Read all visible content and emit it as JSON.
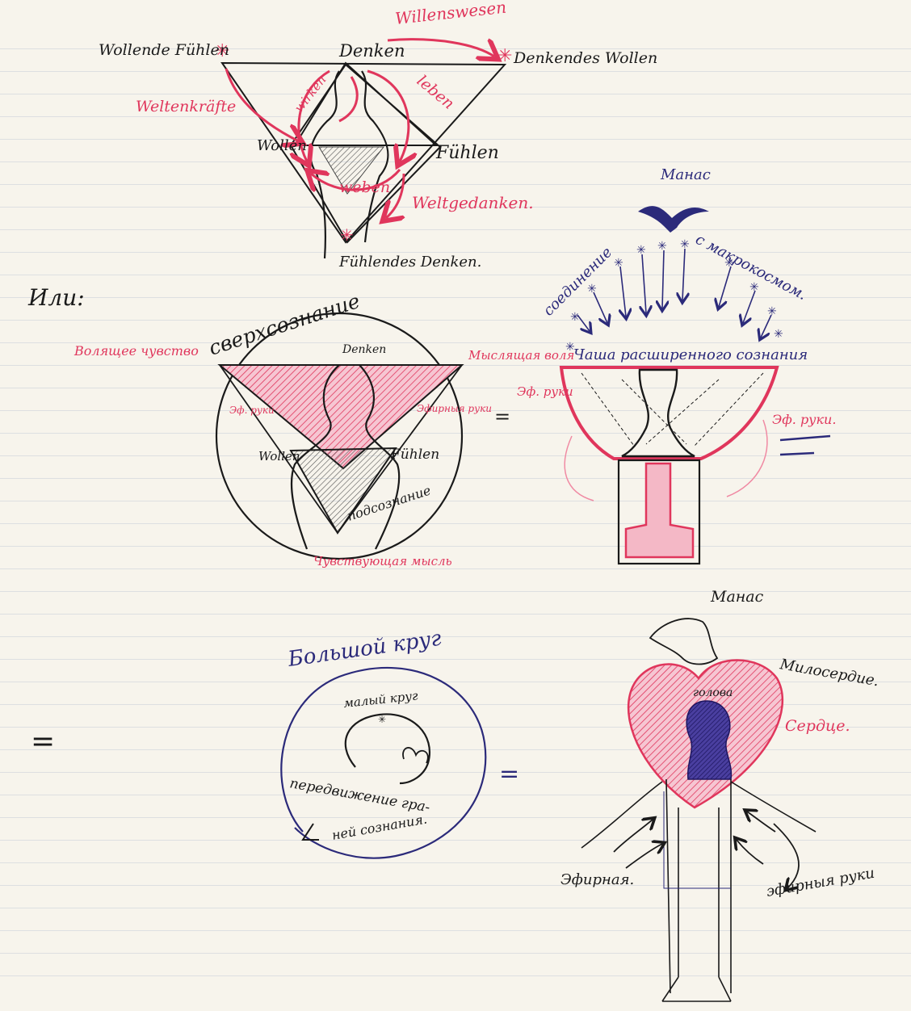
{
  "colors": {
    "ink_black": "#1a1a1a",
    "ink_red": "#e0365c",
    "ink_pink": "#f08aa3",
    "ink_blue": "#2b2a7a",
    "paper": "#f7f4ec"
  },
  "top": {
    "willenswesen": "Willenswesen",
    "wollende_fuhlen": "Wollende Fühlen",
    "denken": "Denken",
    "denkendes_wollen": "Denkendes Wollen",
    "wirken": "wirken",
    "leben": "leben",
    "weltenkrafte": "Weltenkräfte",
    "wollen": "Wollen",
    "fuhlen": "Fühlen",
    "weben": "weben",
    "weltgedanken": "Weltgedanken.",
    "fuhlendes_denken": "Fühlendes Denken."
  },
  "ili": "Или:",
  "middle_left": {
    "sverkhsoznanie": "сверхсознание",
    "volyashchee": "Волящее чувство",
    "denken": "Denken",
    "efir_left": "Эф. руки",
    "efir_right": "Эфирныя руки",
    "wollen": "Wollen",
    "fuhlen": "Fühlen",
    "podsoznanie": "подсознание",
    "chuvstvuyushchaya": "Чувствующая мысль"
  },
  "middle_right": {
    "manas": "Манас",
    "soedinenie": "соединение",
    "s_makrokosmom": "с макрокосмом.",
    "mysl_vol": "Мыслящая воля",
    "chasha": "Чаша расширенного сознания",
    "efir_left": "Эф. руки",
    "efir_right": "Эф. руки."
  },
  "bottom_left": {
    "bolshoi_krug": "Большой круг",
    "malyi_krug": "малый круг",
    "peredvizhenie": "передвижение гра-",
    "nei_soznaniya": "ней сознания."
  },
  "bottom_right": {
    "manas": "Манас",
    "miloserdie": "Милосердие.",
    "golova": "голова",
    "serdtse": "Сердце.",
    "efirnaya": "Эфирная.",
    "efirnye_ruki": "эфирныя руки"
  }
}
